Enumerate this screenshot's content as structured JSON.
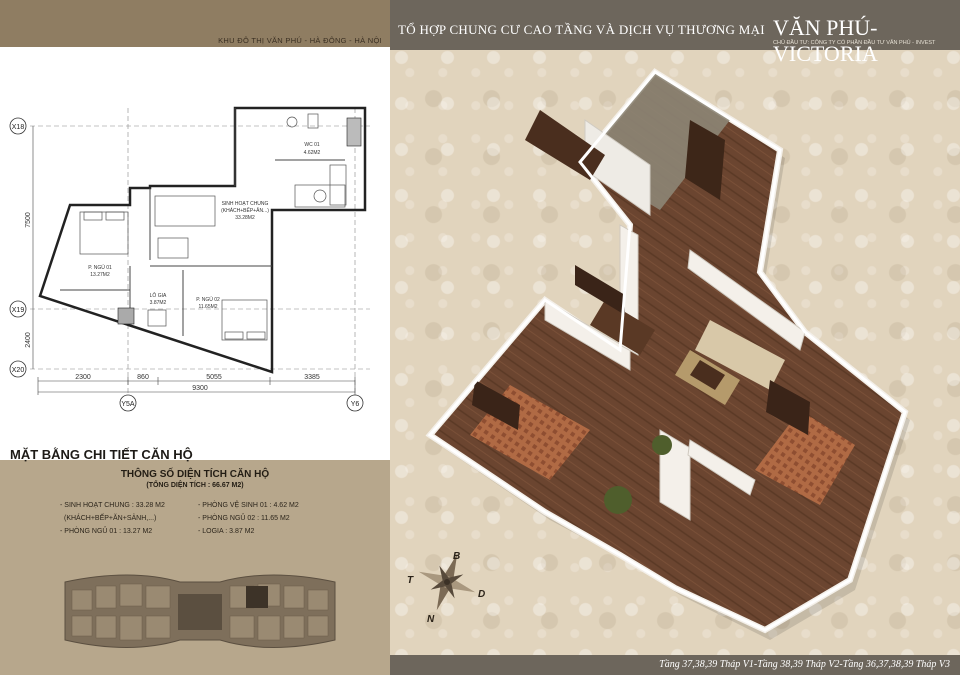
{
  "header": {
    "location": "KHU ĐÔ THỊ VĂN PHÚ - HÀ ĐÔNG - HÀ NỘI",
    "project_subtitle": "TỔ HỢP CHUNG CƯ CAO TẦNG VÀ DỊCH VỤ THƯƠNG MẠI",
    "project_name": "VĂN PHÚ-VICTORIA",
    "investor": "CHỦ ĐẦU TƯ: CÔNG TY CỔ PHẦN ĐẦU TƯ VĂN PHÚ - INVEST"
  },
  "floor_plan": {
    "grid_labels": {
      "x18": "X18",
      "x19": "X19",
      "x20": "X20",
      "y5a": "Y5A",
      "y6": "Y6"
    },
    "dimensions": {
      "d2300": "2300",
      "d860": "860",
      "d5055": "5055",
      "d3385": "3385",
      "d9300": "9300",
      "d7500": "7500",
      "d2400": "2400"
    },
    "rooms": {
      "wc_label": "WC 01",
      "wc_area": "4.62M2",
      "living_label": "SINH HOẠT CHUNG",
      "living_sub": "(KHÁCH+BẾP+ĂN...)",
      "living_area": "33.28M2",
      "bed1_label": "P. NGỦ 01",
      "bed1_area": "13.27M2",
      "bed2_label": "P. NGỦ 02",
      "bed2_area": "11.65M2",
      "loggia_label": "LÔ GIA",
      "loggia_area": "3.87M2"
    }
  },
  "section_title": "MẶT BẰNG CHI TIẾT CĂN HỘ",
  "specs": {
    "title": "THÔNG SỐ DIỆN TÍCH CĂN HỘ",
    "total": "(TỔNG DIỆN TÍCH : 66.67 M2)",
    "living": "- SINH HOẠT CHUNG : 33.28 M2",
    "living_detail": "(KHÁCH+BẾP+ĂN+SẢNH,...)",
    "bedroom1": "- PHÒNG NGỦ 01 : 13.27 M2",
    "wc": "- PHÒNG VỆ SINH 01 : 4.62 M2",
    "bedroom2": "- PHÒNG NGỦ 02 : 11.65 M2",
    "loggia": "- LOGIA : 3.87 M2"
  },
  "compass": {
    "north": "B",
    "south": "N",
    "east": "D",
    "west": "T"
  },
  "footer": {
    "floors": "Tầng 37,38,39 Tháp V1-Tầng 38,39 Tháp V2-Tầng 36,37,38,39 Tháp V3"
  },
  "colors": {
    "header_bar": "#6d665c",
    "info_panel": "#b7a78c",
    "left_top_bar": "#8f7d62",
    "floor_wood": "#6b4530",
    "wall": "#f4f0ea"
  }
}
